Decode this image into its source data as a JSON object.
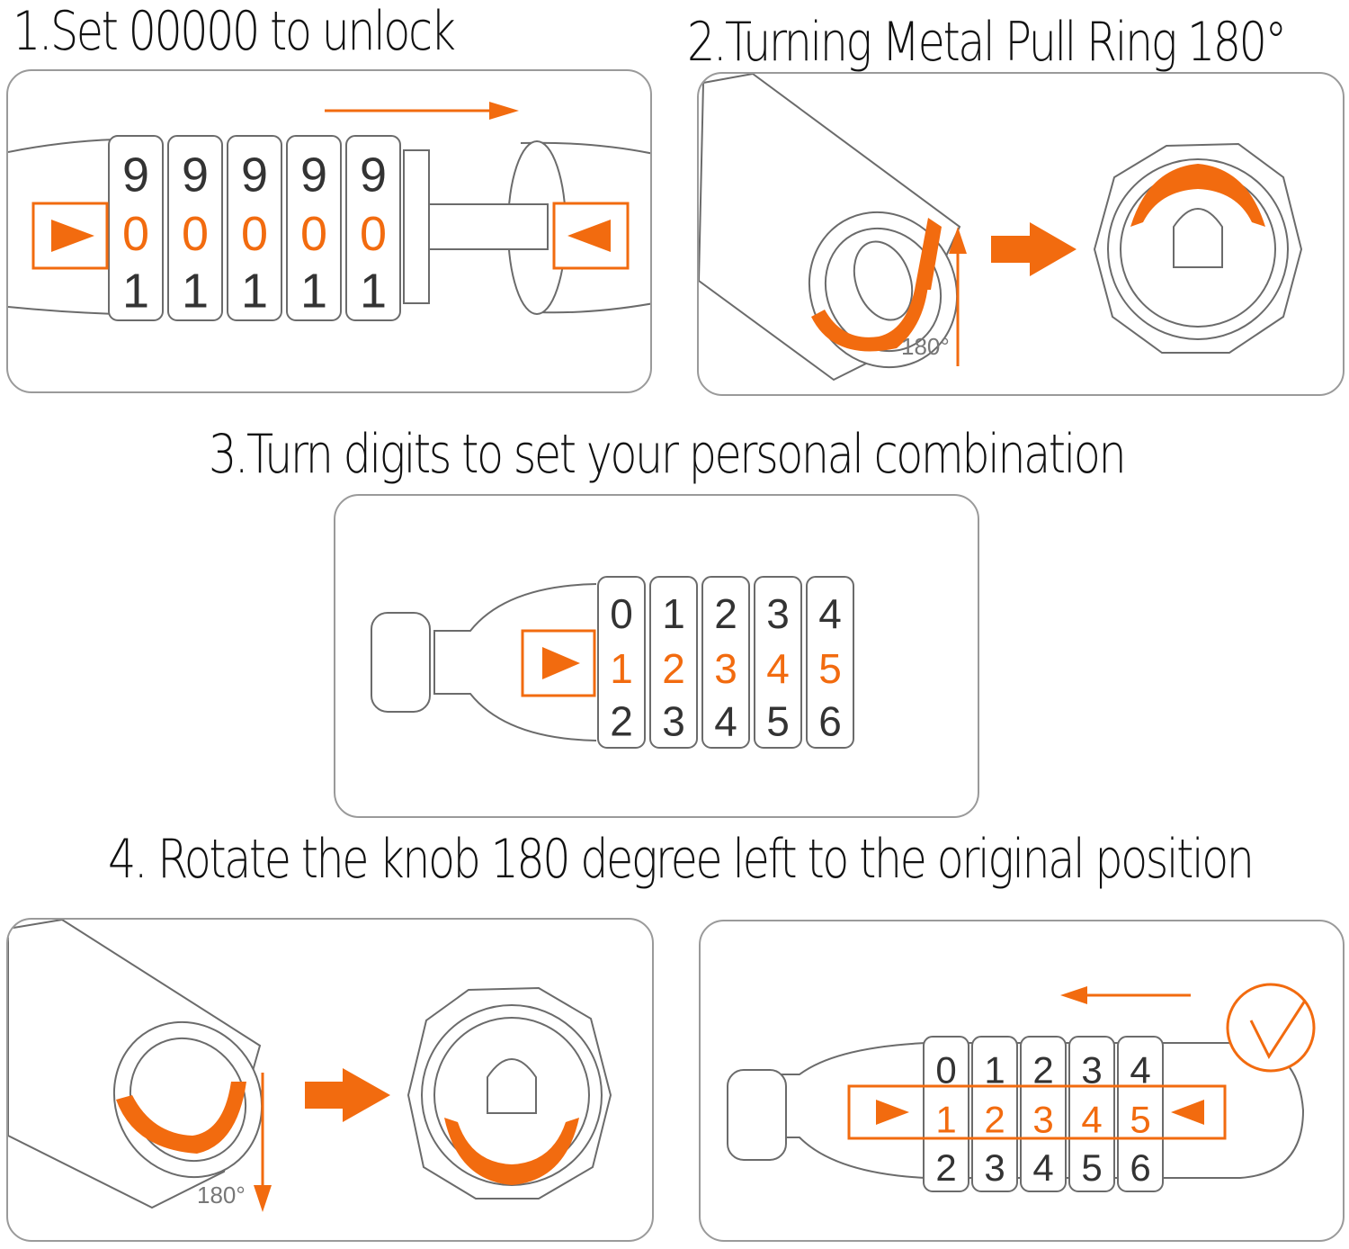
{
  "colors": {
    "accent": "#f26b0f",
    "outline": "#6b6b6b",
    "panel_border": "#9a9a9a",
    "text": "#111111"
  },
  "steps": [
    {
      "title": "1.Set 00000 to unlock",
      "top_row": [
        "9",
        "9",
        "9",
        "9",
        "9"
      ],
      "mid_row": [
        "0",
        "0",
        "0",
        "0",
        "0"
      ],
      "bot_row": [
        "1",
        "1",
        "1",
        "1",
        "1"
      ],
      "icons": [
        "arrow-right-icon",
        "pointer-right-icon",
        "pointer-left-icon"
      ]
    },
    {
      "title": "2.Turning Metal Pull Ring 180°",
      "angle_label": "180°",
      "icons": [
        "rotate-up-arrow-icon",
        "arrow-right-icon"
      ]
    },
    {
      "title": "3.Turn digits to set your personal combination",
      "top_row": [
        "0",
        "1",
        "2",
        "3",
        "4"
      ],
      "mid_row": [
        "1",
        "2",
        "3",
        "4",
        "5"
      ],
      "bot_row": [
        "2",
        "3",
        "4",
        "5",
        "6"
      ],
      "icons": [
        "pointer-right-icon"
      ]
    },
    {
      "title": "4. Rotate the knob 180 degree left to the original position",
      "angle_label": "180°",
      "top_row": [
        "0",
        "1",
        "2",
        "3",
        "4"
      ],
      "mid_row": [
        "1",
        "2",
        "3",
        "4",
        "5"
      ],
      "bot_row": [
        "2",
        "3",
        "4",
        "5",
        "6"
      ],
      "icons": [
        "rotate-down-arrow-icon",
        "arrow-right-icon",
        "arrow-left-icon",
        "check-circle-icon"
      ]
    }
  ]
}
